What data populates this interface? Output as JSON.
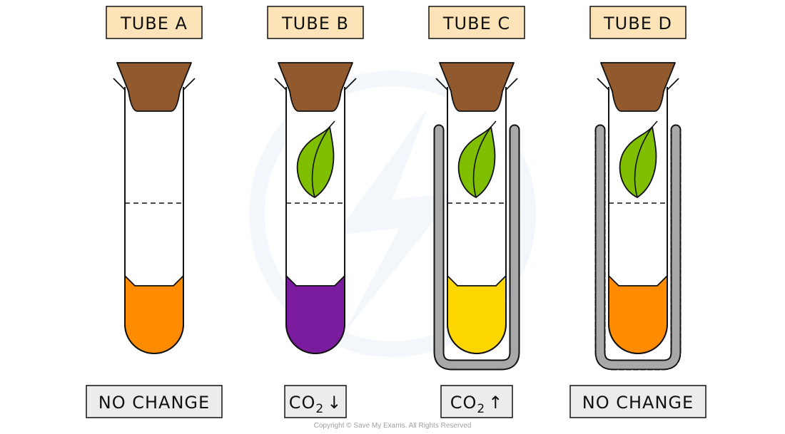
{
  "diagram": {
    "title": "Hydrogencarbonate indicator experiment with leaves",
    "tubes": [
      {
        "id": "A",
        "label": "TUBE  A",
        "has_leaf": false,
        "covering": "none",
        "liquid_color": "#ff8c00",
        "liquid_color_name": "orange",
        "result_text": "NO  CHANGE",
        "result_type": "text"
      },
      {
        "id": "B",
        "label": "TUBE  B",
        "has_leaf": true,
        "covering": "none",
        "liquid_color": "#7b1c9e",
        "liquid_color_name": "purple",
        "result_text": "CO",
        "result_subscript": "2",
        "result_arrow": "↓",
        "result_type": "co2"
      },
      {
        "id": "C",
        "label": "TUBE  C",
        "has_leaf": true,
        "covering": "foil-solid",
        "liquid_color": "#ffd700",
        "liquid_color_name": "yellow",
        "result_text": "CO",
        "result_subscript": "2",
        "result_arrow": "↑",
        "result_type": "co2"
      },
      {
        "id": "D",
        "label": "TUBE  D",
        "has_leaf": true,
        "covering": "gauze-dashed",
        "liquid_color": "#ff8c00",
        "liquid_color_name": "orange",
        "result_text": "NO  CHANGE",
        "result_type": "text"
      }
    ],
    "colors": {
      "label_box_fill": "#fde4b8",
      "result_box_fill": "#ececec",
      "cork": "#915a2e",
      "leaf": "#7fbf00",
      "foil": "#a8a8a8",
      "outline": "#111111"
    }
  },
  "footer": {
    "copyright": "Copyright © Save My Exams. All Rights Reserved"
  }
}
